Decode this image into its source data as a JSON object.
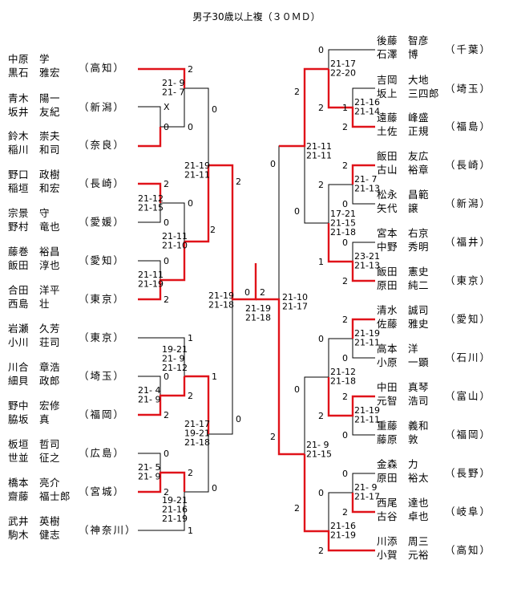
{
  "title": "男子30歳以上複（３０ＭＤ）",
  "colors": {
    "winner_line": "#e0131a",
    "line": "#000000",
    "text": "#000000"
  },
  "left_pairs": [
    {
      "p1": "中原　学",
      "p2": "黒石　雅宏",
      "pref": "（高知）"
    },
    {
      "p1": "青木　陽一",
      "p2": "坂井　友紀",
      "pref": "（新潟）"
    },
    {
      "p1": "鈴木　崇夫",
      "p2": "稲川　和司",
      "pref": "（奈良）"
    },
    {
      "p1": "野口　政樹",
      "p2": "稲垣　和宏",
      "pref": "（長崎）"
    },
    {
      "p1": "宗景　守",
      "p2": "野村　竜也",
      "pref": "（愛媛）"
    },
    {
      "p1": "藤巻　裕昌",
      "p2": "飯田　淳也",
      "pref": "（愛知）"
    },
    {
      "p1": "合田　洋平",
      "p2": "西島　壮",
      "pref": "（東京）"
    },
    {
      "p1": "岩瀬　久芳",
      "p2": "小川　荘司",
      "pref": "（東京）"
    },
    {
      "p1": "川合　章浩",
      "p2": "細貝　政郎",
      "pref": "（埼玉）"
    },
    {
      "p1": "野中　宏修",
      "p2": "脇坂　真",
      "pref": "（福岡）"
    },
    {
      "p1": "板垣　哲司",
      "p2": "世並　征之",
      "pref": "（広島）"
    },
    {
      "p1": "橋本　亮介",
      "p2": "齋藤　福士郎",
      "pref": "（宮城）"
    },
    {
      "p1": "武井　英樹",
      "p2": "駒木　健志",
      "pref": "（神奈川）"
    }
  ],
  "right_pairs": [
    {
      "p1": "後藤　智彦",
      "p2": "石澤　博",
      "pref": "（千葉）"
    },
    {
      "p1": "吉岡　大地",
      "p2": "坂上　三四郎",
      "pref": "（埼玉）"
    },
    {
      "p1": "遠藤　峰盛",
      "p2": "土佐　正規",
      "pref": "（福島）"
    },
    {
      "p1": "飯田　友広",
      "p2": "古山　裕章",
      "pref": "（長崎）"
    },
    {
      "p1": "松永　昌範",
      "p2": "矢代　譲",
      "pref": "（新潟）"
    },
    {
      "p1": "宮本　右京",
      "p2": "中野　秀明",
      "pref": "（福井）"
    },
    {
      "p1": "飯田　憲史",
      "p2": "原田　純二",
      "pref": "（東京）"
    },
    {
      "p1": "清水　誠司",
      "p2": "佐藤　雅史",
      "pref": "（愛知）"
    },
    {
      "p1": "高本　洋",
      "p2": "小原　一顕",
      "pref": "（石川）"
    },
    {
      "p1": "中田　真琴",
      "p2": "元智　浩司",
      "pref": "（富山）"
    },
    {
      "p1": "重藤　義和",
      "p2": "藤原　敦",
      "pref": "（福岡）"
    },
    {
      "p1": "金森　力",
      "p2": "原田　裕太",
      "pref": "（長野）"
    },
    {
      "p1": "西尾　達也",
      "p2": "古谷　卓也",
      "pref": "（岐阜）"
    },
    {
      "p1": "川添　周三",
      "p2": "小賀　元裕",
      "pref": "（高知）"
    }
  ],
  "left_bracket": {
    "r1": [
      {
        "top": "X",
        "bottom": "0",
        "scores": ""
      },
      {
        "top": "2",
        "bottom": "0",
        "scores": "21-12\n21-15"
      },
      {
        "top": "0",
        "bottom": "2",
        "scores": "21-11\n21-19"
      },
      {
        "top": "0",
        "bottom": "2",
        "scores": "21- 4\n21- 9"
      },
      {
        "top": "0",
        "bottom": "2",
        "scores": "21- 5\n21- 9"
      }
    ],
    "r2": [
      {
        "top": "2",
        "bottom": "0",
        "scores": "21- 9\n21- 7"
      },
      {
        "top": "0",
        "bottom": "2",
        "scores": "21-11\n21-10"
      },
      {
        "top": "1",
        "bottom": "2",
        "scores": "19-21\n21- 9\n21-12"
      },
      {
        "top": "2",
        "bottom": "1",
        "scores": "19-21\n21-16\n21-19"
      }
    ],
    "r3": [
      {
        "top": "0",
        "bottom": "2",
        "scores": "21-19\n21-11"
      },
      {
        "top": "1",
        "bottom": "0",
        "scores": "21-17\n19-21\n21-18"
      }
    ],
    "r4": {
      "top": "2",
      "bottom": "0",
      "scores": "21-19\n21-18"
    }
  },
  "final": {
    "left": "0",
    "right": "2",
    "scores": "21-19\n21-18"
  },
  "right_bracket": {
    "r1": [
      {
        "top": "1",
        "bottom": "2",
        "scores": "21-16\n21-14"
      },
      {
        "top": "2",
        "bottom": "0",
        "scores": "21- 7\n21-13"
      },
      {
        "top": "0",
        "bottom": "2",
        "scores": "23-21\n21-13"
      },
      {
        "top": "2",
        "bottom": "0",
        "scores": "21-19\n21-11"
      },
      {
        "top": "2",
        "bottom": "0",
        "scores": "21-19\n21-11"
      },
      {
        "top": "0",
        "bottom": "2",
        "scores": "21- 9\n21-17"
      }
    ],
    "r2": [
      {
        "top": "0",
        "bottom": "2",
        "scores": "21-17\n22-20"
      },
      {
        "top": "2",
        "bottom": "1",
        "scores": "17-21\n21-15\n21-18"
      },
      {
        "top": "0",
        "bottom": "2",
        "scores": "21-12\n21-18"
      },
      {
        "top": "0",
        "bottom": "2",
        "scores": "21-16\n21-19"
      }
    ],
    "r3": [
      {
        "top": "2",
        "bottom": "0",
        "scores": "21-11\n21-11"
      },
      {
        "top": "0",
        "bottom": "2",
        "scores": "21- 9\n21-15"
      }
    ],
    "r4": {
      "top": "0",
      "bottom": "2",
      "scores": "21-10\n21-17"
    }
  }
}
